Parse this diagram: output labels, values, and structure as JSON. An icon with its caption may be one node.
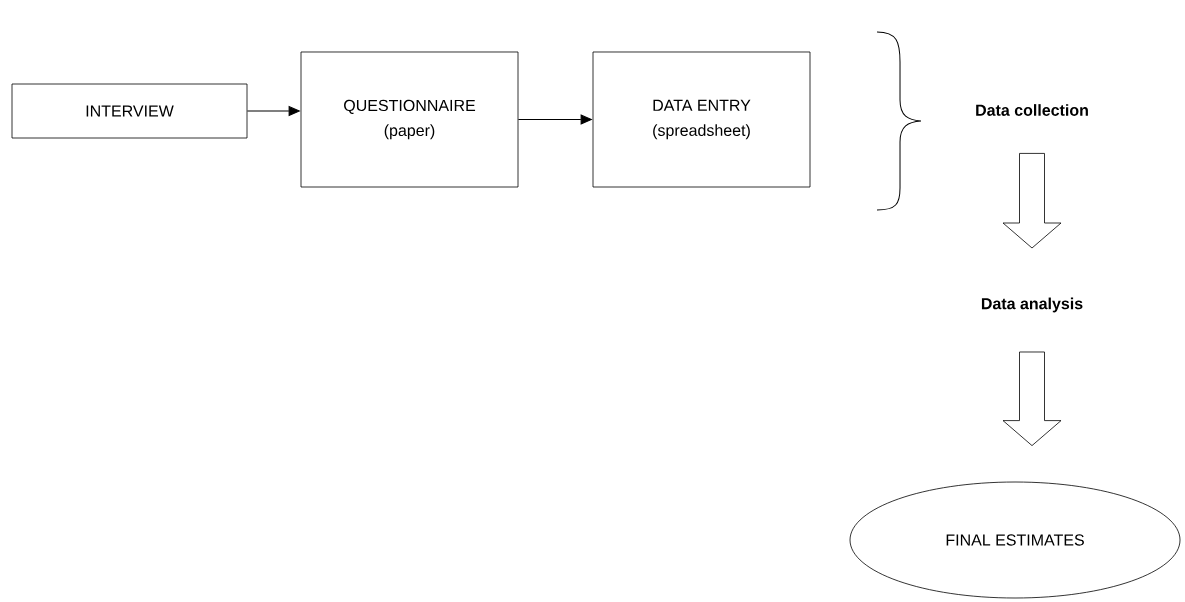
{
  "diagram": {
    "nodes": [
      {
        "text": [
          "INTERVIEW"
        ]
      },
      {
        "text": [
          "QUESTIONNAIRE",
          "(paper)"
        ]
      },
      {
        "text": [
          "DATA ENTRY",
          "(spreadsheet)"
        ]
      },
      {
        "text": [
          "Data collection"
        ]
      },
      {
        "text": [
          "Data analysis"
        ]
      },
      {
        "text": [
          "FINAL ESTIMATES"
        ]
      }
    ],
    "edges": [
      {
        "from": 0,
        "to": 1,
        "arrow": "to"
      },
      {
        "from": 1,
        "to": 2,
        "arrow": "to"
      },
      {
        "from": 3,
        "to": 4,
        "arrow": "to"
      },
      {
        "from": 4,
        "to": 5,
        "arrow": "to"
      }
    ]
  }
}
